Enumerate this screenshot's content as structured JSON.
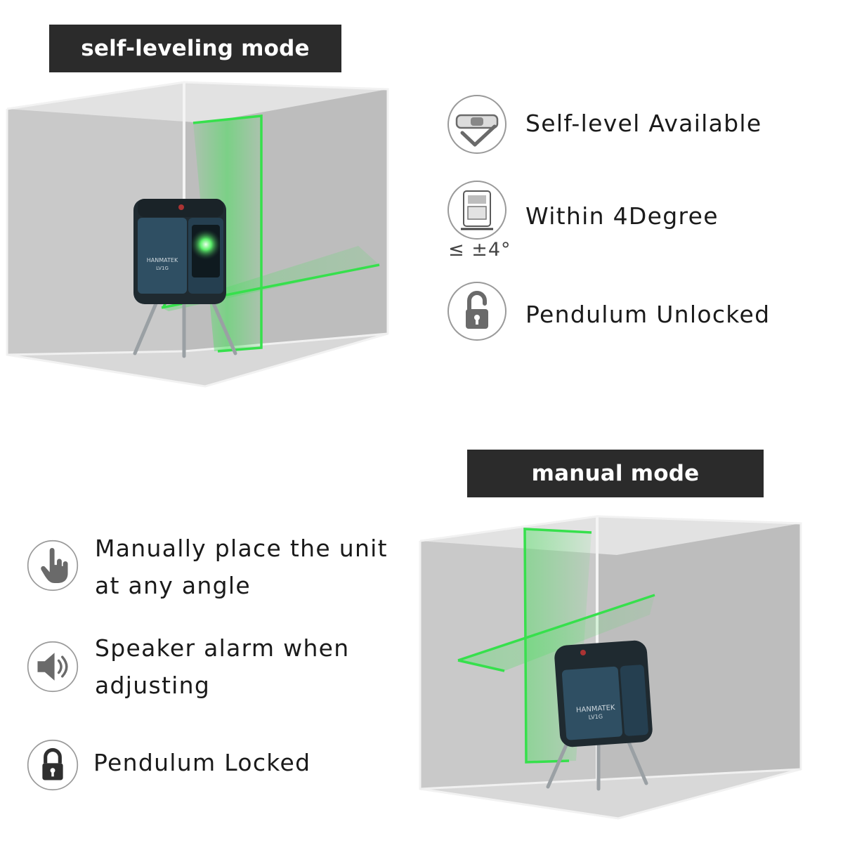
{
  "self_leveling": {
    "banner": "self-leveling mode",
    "device_brand": "HANMATEK",
    "device_model": "LV1G",
    "features": [
      {
        "icon": "level-check-icon",
        "text": "Self-level Available"
      },
      {
        "icon": "tilt-range-icon",
        "text": "Within 4Degree",
        "note": "≤ ±4°"
      },
      {
        "icon": "unlocked-padlock-icon",
        "text": "Pendulum Unlocked"
      }
    ]
  },
  "manual": {
    "banner": "manual mode",
    "device_brand": "HANMATEK",
    "device_model": "LV1G",
    "features": [
      {
        "icon": "hand-pointer-icon",
        "line1": "Manually place the unit",
        "line2": "at any angle"
      },
      {
        "icon": "speaker-icon",
        "line1": "Speaker alarm when",
        "line2": "adjusting"
      },
      {
        "icon": "locked-padlock-icon",
        "line1": "Pendulum Locked"
      }
    ]
  },
  "colors": {
    "banner_bg": "#2b2b2b",
    "laser_green": "#35e04a",
    "room_gray": "#cfcfcf",
    "device_body": "#2c4a5c"
  }
}
